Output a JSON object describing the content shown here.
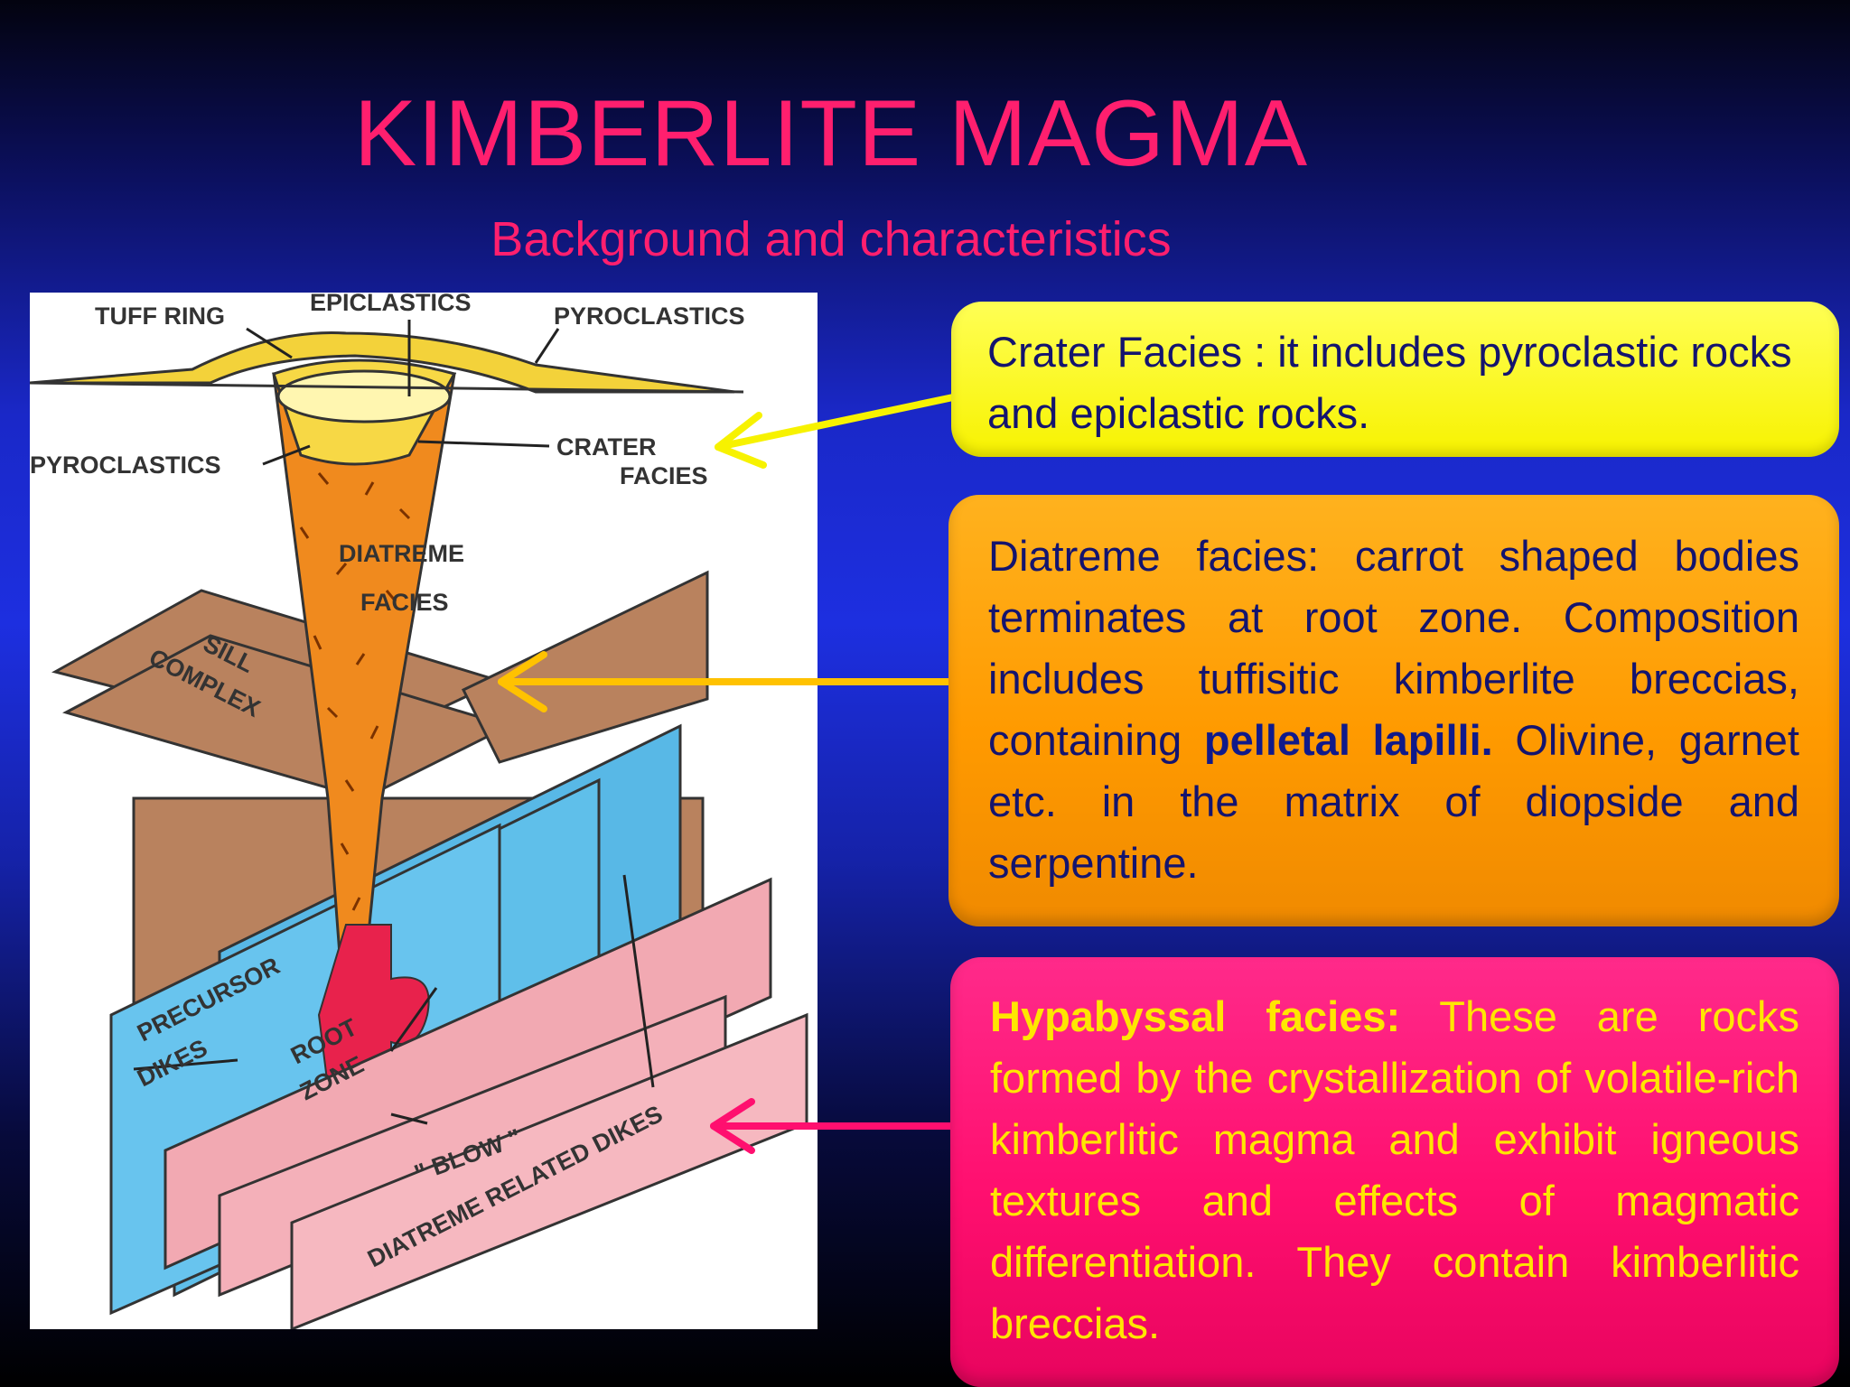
{
  "slide": {
    "title": "KIMBERLITE MAGMA",
    "subtitle": "Background and characteristics"
  },
  "diagram": {
    "labels": {
      "tuff_ring": "TUFF RING",
      "epiclastics": "EPICLASTICS",
      "pyroclastics_top": "PYROCLASTICS",
      "pyroclastics_left": "PYROCLASTICS",
      "crater": "CRATER",
      "facies_crater": "FACIES",
      "diatreme": "DIATREME",
      "facies_diatreme": "FACIES",
      "sill": "SILL",
      "complex": "COMPLEX",
      "precursor": "PRECURSOR",
      "dikes": "DIKES",
      "root": "ROOT",
      "zone": "ZONE",
      "blow": "\" BLOW \"",
      "diatreme_related_dikes": "DIATREME RELATED DIKES"
    }
  },
  "boxes": {
    "crater": {
      "text": "Crater Facies : it includes pyroclastic rocks and epiclastic rocks."
    },
    "diatreme": {
      "text_before": "Diatreme facies: carrot shaped bodies terminates at root zone. Composition includes tuffisitic kimberlite breccias, containing ",
      "bold": "pelletal lapilli.",
      "text_after": " Olivine, garnet etc. in the matrix of diopside and serpentine."
    },
    "hypabyssal": {
      "bold": "Hypabyssal facies:",
      "text": " These are rocks formed by the crystallization of volatile-rich kimberlitic magma and exhibit igneous textures and effects of magmatic differentiation. They contain kimberlitic breccias."
    }
  },
  "colors": {
    "title": "#ff1f6e",
    "crater_box": "#f7f200",
    "diatreme_box": "#ff9a00",
    "hypabyssal_box": "#ff0f6f",
    "crater_arrow": "#f7f200",
    "diatreme_arrow": "#ffc200",
    "hypabyssal_arrow": "#ff0f6f"
  }
}
